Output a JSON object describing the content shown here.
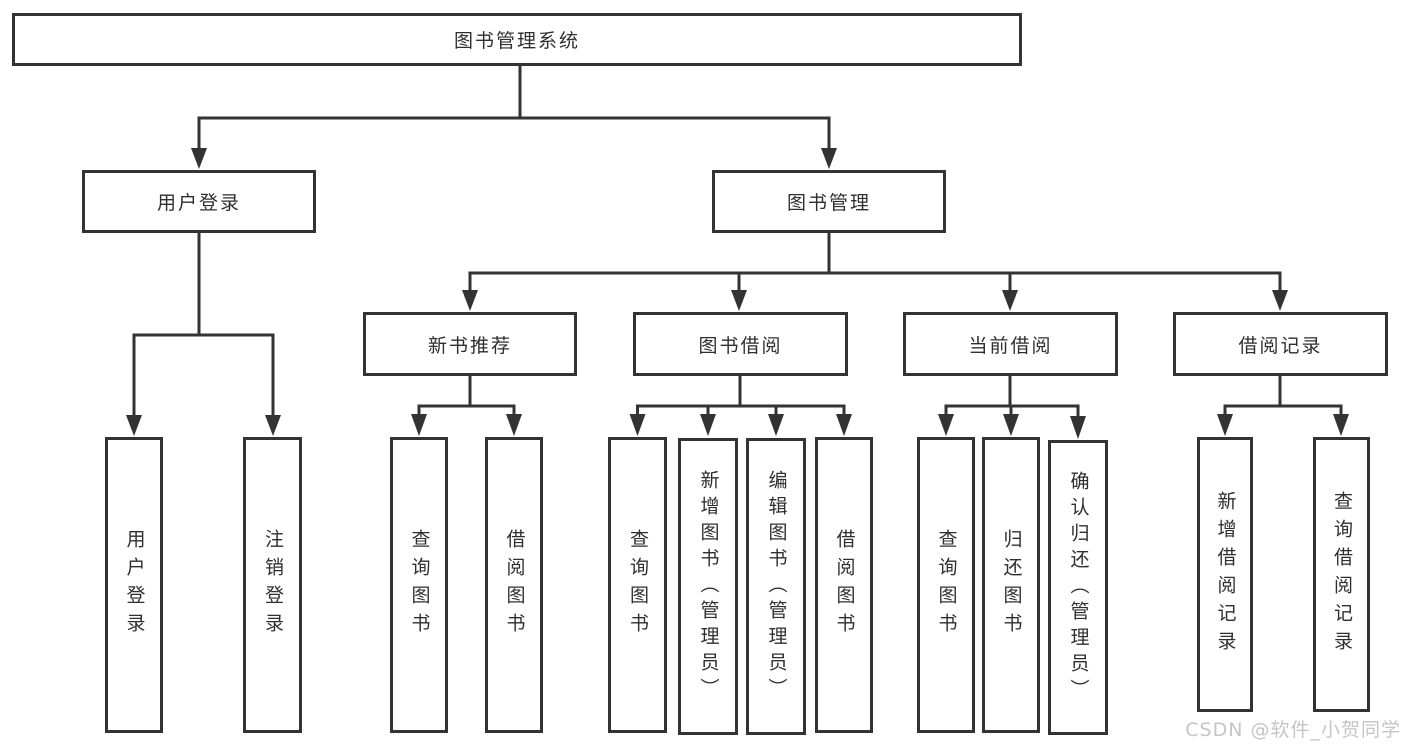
{
  "diagram": {
    "type": "tree-structure-chart",
    "watermark": "CSDN @软件_小贺同学",
    "colors": {
      "line": "#333333",
      "box_border": "#333333",
      "text": "#2f2f2f",
      "background": "#ffffff",
      "watermark": "#c5c5c5"
    },
    "tree": {
      "label": "图书管理系统",
      "children": [
        {
          "label": "用户登录",
          "children": [
            {
              "label": "用户登录"
            },
            {
              "label": "注销登录"
            }
          ]
        },
        {
          "label": "图书管理",
          "children": [
            {
              "label": "新书推荐",
              "children": [
                {
                  "label": "查询图书"
                },
                {
                  "label": "借阅图书"
                }
              ]
            },
            {
              "label": "图书借阅",
              "children": [
                {
                  "label": "查询图书"
                },
                {
                  "label": "新增图书（管理员）"
                },
                {
                  "label": "编辑图书（管理员）"
                },
                {
                  "label": "借阅图书"
                }
              ]
            },
            {
              "label": "当前借阅",
              "children": [
                {
                  "label": "查询图书"
                },
                {
                  "label": "归还图书"
                },
                {
                  "label": "确认归还（管理员）"
                }
              ]
            },
            {
              "label": "借阅记录",
              "children": [
                {
                  "label": "新增借阅记录"
                },
                {
                  "label": "查询借阅记录"
                }
              ]
            }
          ]
        }
      ]
    }
  }
}
